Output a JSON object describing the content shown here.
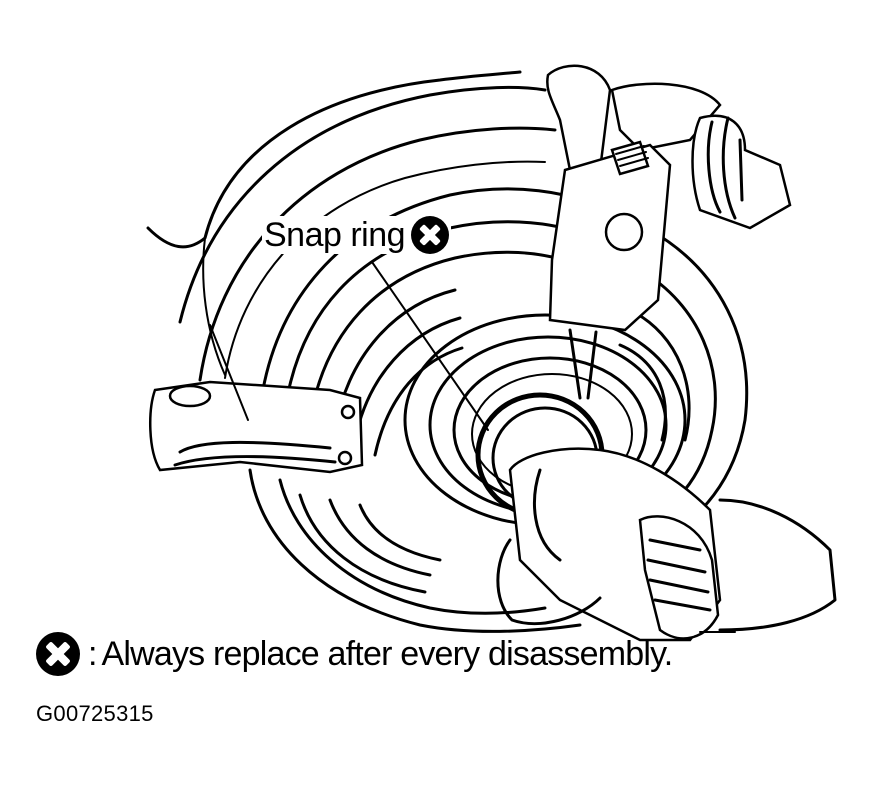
{
  "callout": {
    "label": "Snap ring",
    "icon": "replace-mark-icon"
  },
  "legend": {
    "icon": "replace-mark-icon",
    "separator": ":",
    "text": "Always replace after every disassembly."
  },
  "figure_id": "G00725315"
}
